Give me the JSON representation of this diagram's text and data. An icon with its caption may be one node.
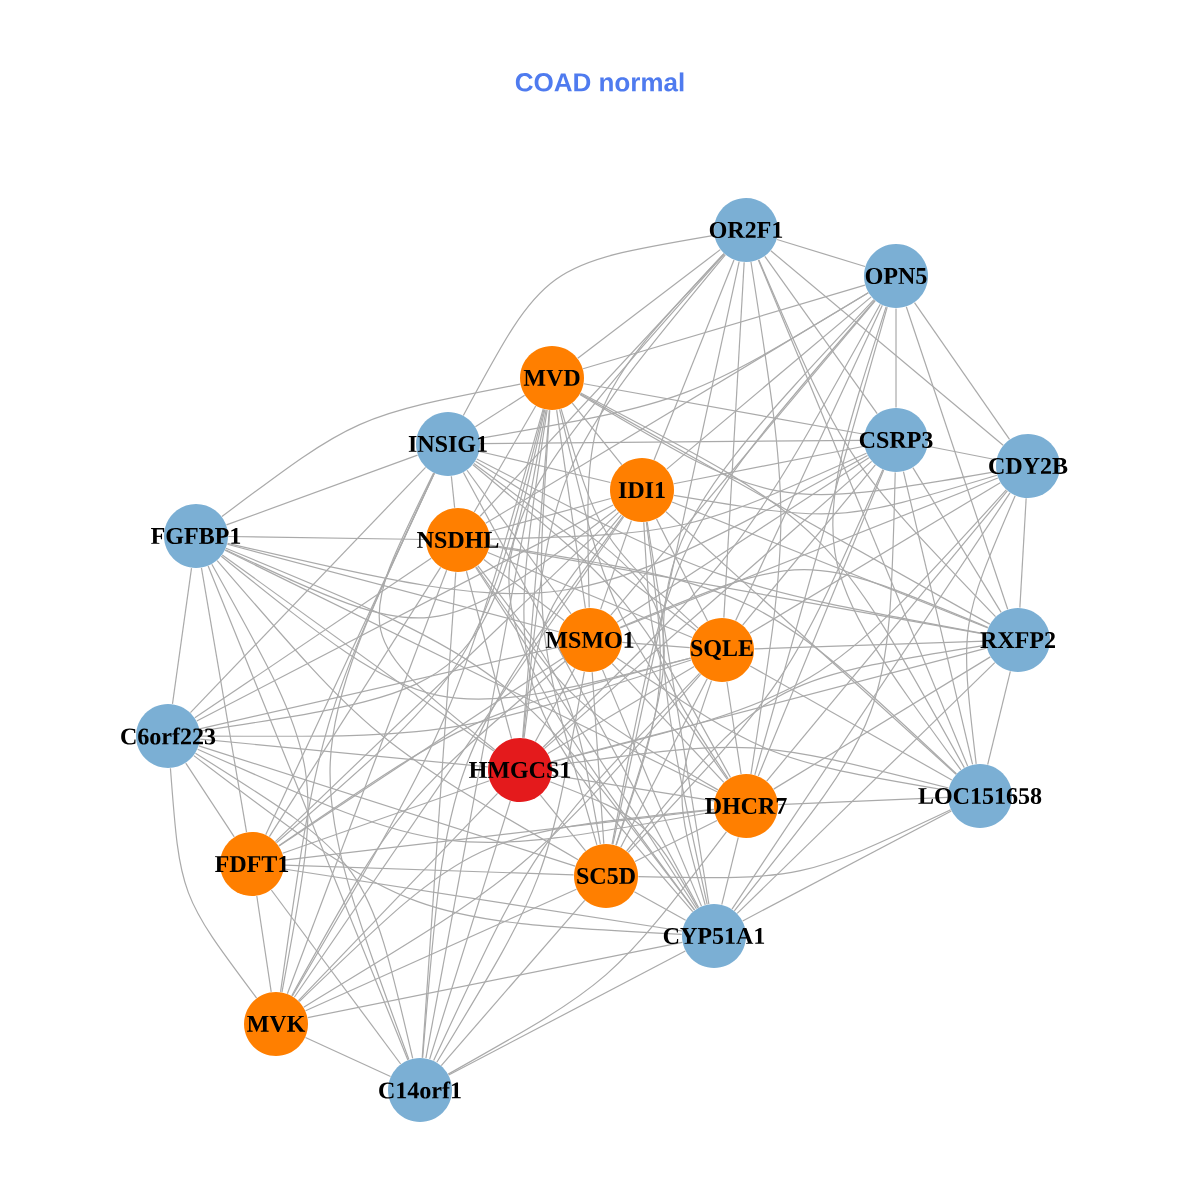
{
  "diagram": {
    "title": "COAD normal",
    "nodes": [
      {
        "text": [
          "OR2F1"
        ]
      },
      {
        "text": [
          "OPN5"
        ]
      },
      {
        "text": [
          "MVD"
        ]
      },
      {
        "text": [
          "INSIG1"
        ]
      },
      {
        "text": [
          "CSRP3"
        ]
      },
      {
        "text": [
          "CDY2B"
        ]
      },
      {
        "text": [
          "IDI1"
        ]
      },
      {
        "text": [
          "FGFBP1"
        ]
      },
      {
        "text": [
          "NSDHL"
        ]
      },
      {
        "text": [
          "MSMO1"
        ]
      },
      {
        "text": [
          "SQLE"
        ]
      },
      {
        "text": [
          "RXFP2"
        ]
      },
      {
        "text": [
          "C6orf223"
        ]
      },
      {
        "text": [
          "HMGCS1"
        ]
      },
      {
        "text": [
          "LOC151658"
        ]
      },
      {
        "text": [
          "DHCR7"
        ]
      },
      {
        "text": [
          "FDFT1"
        ]
      },
      {
        "text": [
          "SC5D"
        ]
      },
      {
        "text": [
          "CYP51A1"
        ]
      },
      {
        "text": [
          "MVK"
        ]
      },
      {
        "text": [
          "C14orf1"
        ]
      }
    ],
    "edges": [
      {
        "from": 0,
        "to": 1,
        "arrow": "none"
      },
      {
        "from": 0,
        "to": 2,
        "arrow": "none"
      },
      {
        "from": 0,
        "to": 3,
        "arrow": "none"
      },
      {
        "from": 0,
        "to": 4,
        "arrow": "none"
      },
      {
        "from": 0,
        "to": 5,
        "arrow": "none"
      },
      {
        "from": 0,
        "to": 6,
        "arrow": "none"
      },
      {
        "from": 0,
        "to": 8,
        "arrow": "none"
      },
      {
        "from": 0,
        "to": 9,
        "arrow": "none"
      },
      {
        "from": 0,
        "to": 10,
        "arrow": "none"
      },
      {
        "from": 0,
        "to": 11,
        "arrow": "none"
      },
      {
        "from": 0,
        "to": 13,
        "arrow": "none"
      },
      {
        "from": 0,
        "to": 14,
        "arrow": "none"
      },
      {
        "from": 0,
        "to": 15,
        "arrow": "none"
      },
      {
        "from": 0,
        "to": 17,
        "arrow": "none"
      },
      {
        "from": 0,
        "to": 18,
        "arrow": "none"
      },
      {
        "from": 1,
        "to": 2,
        "arrow": "none"
      },
      {
        "from": 1,
        "to": 3,
        "arrow": "none"
      },
      {
        "from": 1,
        "to": 4,
        "arrow": "none"
      },
      {
        "from": 1,
        "to": 5,
        "arrow": "none"
      },
      {
        "from": 1,
        "to": 6,
        "arrow": "none"
      },
      {
        "from": 1,
        "to": 8,
        "arrow": "none"
      },
      {
        "from": 1,
        "to": 9,
        "arrow": "none"
      },
      {
        "from": 1,
        "to": 10,
        "arrow": "none"
      },
      {
        "from": 1,
        "to": 11,
        "arrow": "none"
      },
      {
        "from": 1,
        "to": 13,
        "arrow": "none"
      },
      {
        "from": 1,
        "to": 14,
        "arrow": "none"
      },
      {
        "from": 1,
        "to": 15,
        "arrow": "none"
      },
      {
        "from": 1,
        "to": 17,
        "arrow": "none"
      },
      {
        "from": 1,
        "to": 18,
        "arrow": "none"
      },
      {
        "from": 2,
        "to": 3,
        "arrow": "none"
      },
      {
        "from": 2,
        "to": 4,
        "arrow": "none"
      },
      {
        "from": 2,
        "to": 5,
        "arrow": "none"
      },
      {
        "from": 2,
        "to": 6,
        "arrow": "none"
      },
      {
        "from": 2,
        "to": 7,
        "arrow": "none"
      },
      {
        "from": 2,
        "to": 8,
        "arrow": "none"
      },
      {
        "from": 2,
        "to": 9,
        "arrow": "none"
      },
      {
        "from": 2,
        "to": 10,
        "arrow": "none"
      },
      {
        "from": 2,
        "to": 11,
        "arrow": "none"
      },
      {
        "from": 2,
        "to": 12,
        "arrow": "none"
      },
      {
        "from": 2,
        "to": 13,
        "arrow": "none"
      },
      {
        "from": 2,
        "to": 14,
        "arrow": "none"
      },
      {
        "from": 2,
        "to": 15,
        "arrow": "none"
      },
      {
        "from": 2,
        "to": 16,
        "arrow": "none"
      },
      {
        "from": 2,
        "to": 17,
        "arrow": "none"
      },
      {
        "from": 2,
        "to": 18,
        "arrow": "none"
      },
      {
        "from": 2,
        "to": 19,
        "arrow": "none"
      },
      {
        "from": 2,
        "to": 20,
        "arrow": "none"
      },
      {
        "from": 3,
        "to": 4,
        "arrow": "none"
      },
      {
        "from": 3,
        "to": 6,
        "arrow": "none"
      },
      {
        "from": 3,
        "to": 7,
        "arrow": "none"
      },
      {
        "from": 3,
        "to": 8,
        "arrow": "none"
      },
      {
        "from": 3,
        "to": 9,
        "arrow": "none"
      },
      {
        "from": 3,
        "to": 10,
        "arrow": "none"
      },
      {
        "from": 3,
        "to": 11,
        "arrow": "none"
      },
      {
        "from": 3,
        "to": 12,
        "arrow": "none"
      },
      {
        "from": 3,
        "to": 13,
        "arrow": "none"
      },
      {
        "from": 3,
        "to": 15,
        "arrow": "none"
      },
      {
        "from": 3,
        "to": 16,
        "arrow": "none"
      },
      {
        "from": 3,
        "to": 17,
        "arrow": "none"
      },
      {
        "from": 3,
        "to": 18,
        "arrow": "none"
      },
      {
        "from": 3,
        "to": 19,
        "arrow": "none"
      },
      {
        "from": 3,
        "to": 20,
        "arrow": "none"
      },
      {
        "from": 4,
        "to": 5,
        "arrow": "none"
      },
      {
        "from": 4,
        "to": 6,
        "arrow": "none"
      },
      {
        "from": 4,
        "to": 7,
        "arrow": "none"
      },
      {
        "from": 4,
        "to": 8,
        "arrow": "none"
      },
      {
        "from": 4,
        "to": 9,
        "arrow": "none"
      },
      {
        "from": 4,
        "to": 10,
        "arrow": "none"
      },
      {
        "from": 4,
        "to": 11,
        "arrow": "none"
      },
      {
        "from": 4,
        "to": 13,
        "arrow": "none"
      },
      {
        "from": 4,
        "to": 14,
        "arrow": "none"
      },
      {
        "from": 4,
        "to": 15,
        "arrow": "none"
      },
      {
        "from": 4,
        "to": 17,
        "arrow": "none"
      },
      {
        "from": 4,
        "to": 18,
        "arrow": "none"
      },
      {
        "from": 5,
        "to": 6,
        "arrow": "none"
      },
      {
        "from": 5,
        "to": 9,
        "arrow": "none"
      },
      {
        "from": 5,
        "to": 10,
        "arrow": "none"
      },
      {
        "from": 5,
        "to": 11,
        "arrow": "none"
      },
      {
        "from": 5,
        "to": 13,
        "arrow": "none"
      },
      {
        "from": 5,
        "to": 14,
        "arrow": "none"
      },
      {
        "from": 5,
        "to": 15,
        "arrow": "none"
      },
      {
        "from": 5,
        "to": 18,
        "arrow": "none"
      },
      {
        "from": 6,
        "to": 7,
        "arrow": "none"
      },
      {
        "from": 6,
        "to": 8,
        "arrow": "none"
      },
      {
        "from": 6,
        "to": 9,
        "arrow": "none"
      },
      {
        "from": 6,
        "to": 10,
        "arrow": "none"
      },
      {
        "from": 6,
        "to": 11,
        "arrow": "none"
      },
      {
        "from": 6,
        "to": 12,
        "arrow": "none"
      },
      {
        "from": 6,
        "to": 13,
        "arrow": "none"
      },
      {
        "from": 6,
        "to": 14,
        "arrow": "none"
      },
      {
        "from": 6,
        "to": 15,
        "arrow": "none"
      },
      {
        "from": 6,
        "to": 16,
        "arrow": "none"
      },
      {
        "from": 6,
        "to": 17,
        "arrow": "none"
      },
      {
        "from": 6,
        "to": 18,
        "arrow": "none"
      },
      {
        "from": 6,
        "to": 19,
        "arrow": "none"
      },
      {
        "from": 6,
        "to": 20,
        "arrow": "none"
      },
      {
        "from": 7,
        "to": 8,
        "arrow": "none"
      },
      {
        "from": 7,
        "to": 9,
        "arrow": "none"
      },
      {
        "from": 7,
        "to": 10,
        "arrow": "none"
      },
      {
        "from": 7,
        "to": 12,
        "arrow": "none"
      },
      {
        "from": 7,
        "to": 13,
        "arrow": "none"
      },
      {
        "from": 7,
        "to": 15,
        "arrow": "none"
      },
      {
        "from": 7,
        "to": 16,
        "arrow": "none"
      },
      {
        "from": 7,
        "to": 17,
        "arrow": "none"
      },
      {
        "from": 7,
        "to": 18,
        "arrow": "none"
      },
      {
        "from": 7,
        "to": 19,
        "arrow": "none"
      },
      {
        "from": 7,
        "to": 20,
        "arrow": "none"
      },
      {
        "from": 8,
        "to": 9,
        "arrow": "none"
      },
      {
        "from": 8,
        "to": 10,
        "arrow": "none"
      },
      {
        "from": 8,
        "to": 11,
        "arrow": "none"
      },
      {
        "from": 8,
        "to": 12,
        "arrow": "none"
      },
      {
        "from": 8,
        "to": 13,
        "arrow": "none"
      },
      {
        "from": 8,
        "to": 14,
        "arrow": "none"
      },
      {
        "from": 8,
        "to": 15,
        "arrow": "none"
      },
      {
        "from": 8,
        "to": 16,
        "arrow": "none"
      },
      {
        "from": 8,
        "to": 17,
        "arrow": "none"
      },
      {
        "from": 8,
        "to": 18,
        "arrow": "none"
      },
      {
        "from": 8,
        "to": 19,
        "arrow": "none"
      },
      {
        "from": 8,
        "to": 20,
        "arrow": "none"
      },
      {
        "from": 9,
        "to": 10,
        "arrow": "none"
      },
      {
        "from": 9,
        "to": 11,
        "arrow": "none"
      },
      {
        "from": 9,
        "to": 12,
        "arrow": "none"
      },
      {
        "from": 9,
        "to": 13,
        "arrow": "none"
      },
      {
        "from": 9,
        "to": 14,
        "arrow": "none"
      },
      {
        "from": 9,
        "to": 15,
        "arrow": "none"
      },
      {
        "from": 9,
        "to": 16,
        "arrow": "none"
      },
      {
        "from": 9,
        "to": 17,
        "arrow": "none"
      },
      {
        "from": 9,
        "to": 18,
        "arrow": "none"
      },
      {
        "from": 9,
        "to": 19,
        "arrow": "none"
      },
      {
        "from": 9,
        "to": 20,
        "arrow": "none"
      },
      {
        "from": 10,
        "to": 11,
        "arrow": "none"
      },
      {
        "from": 10,
        "to": 12,
        "arrow": "none"
      },
      {
        "from": 10,
        "to": 13,
        "arrow": "none"
      },
      {
        "from": 10,
        "to": 14,
        "arrow": "none"
      },
      {
        "from": 10,
        "to": 15,
        "arrow": "none"
      },
      {
        "from": 10,
        "to": 16,
        "arrow": "none"
      },
      {
        "from": 10,
        "to": 17,
        "arrow": "none"
      },
      {
        "from": 10,
        "to": 18,
        "arrow": "none"
      },
      {
        "from": 10,
        "to": 19,
        "arrow": "none"
      },
      {
        "from": 10,
        "to": 20,
        "arrow": "none"
      },
      {
        "from": 11,
        "to": 13,
        "arrow": "none"
      },
      {
        "from": 11,
        "to": 14,
        "arrow": "none"
      },
      {
        "from": 11,
        "to": 15,
        "arrow": "none"
      },
      {
        "from": 11,
        "to": 17,
        "arrow": "none"
      },
      {
        "from": 11,
        "to": 18,
        "arrow": "none"
      },
      {
        "from": 12,
        "to": 13,
        "arrow": "none"
      },
      {
        "from": 12,
        "to": 15,
        "arrow": "none"
      },
      {
        "from": 12,
        "to": 16,
        "arrow": "none"
      },
      {
        "from": 12,
        "to": 17,
        "arrow": "none"
      },
      {
        "from": 12,
        "to": 18,
        "arrow": "none"
      },
      {
        "from": 12,
        "to": 19,
        "arrow": "none"
      },
      {
        "from": 12,
        "to": 20,
        "arrow": "none"
      },
      {
        "from": 13,
        "to": 14,
        "arrow": "none"
      },
      {
        "from": 13,
        "to": 15,
        "arrow": "none"
      },
      {
        "from": 13,
        "to": 16,
        "arrow": "none"
      },
      {
        "from": 13,
        "to": 17,
        "arrow": "none"
      },
      {
        "from": 13,
        "to": 18,
        "arrow": "none"
      },
      {
        "from": 13,
        "to": 19,
        "arrow": "none"
      },
      {
        "from": 13,
        "to": 20,
        "arrow": "none"
      },
      {
        "from": 14,
        "to": 15,
        "arrow": "none"
      },
      {
        "from": 14,
        "to": 17,
        "arrow": "none"
      },
      {
        "from": 14,
        "to": 18,
        "arrow": "none"
      },
      {
        "from": 15,
        "to": 16,
        "arrow": "none"
      },
      {
        "from": 15,
        "to": 17,
        "arrow": "none"
      },
      {
        "from": 15,
        "to": 18,
        "arrow": "none"
      },
      {
        "from": 15,
        "to": 19,
        "arrow": "none"
      },
      {
        "from": 15,
        "to": 20,
        "arrow": "none"
      },
      {
        "from": 16,
        "to": 17,
        "arrow": "none"
      },
      {
        "from": 16,
        "to": 18,
        "arrow": "none"
      },
      {
        "from": 16,
        "to": 19,
        "arrow": "none"
      },
      {
        "from": 16,
        "to": 20,
        "arrow": "none"
      },
      {
        "from": 17,
        "to": 18,
        "arrow": "none"
      },
      {
        "from": 17,
        "to": 19,
        "arrow": "none"
      },
      {
        "from": 17,
        "to": 20,
        "arrow": "none"
      },
      {
        "from": 18,
        "to": 19,
        "arrow": "none"
      },
      {
        "from": 18,
        "to": 20,
        "arrow": "none"
      },
      {
        "from": 19,
        "to": 20,
        "arrow": "none"
      }
    ]
  }
}
